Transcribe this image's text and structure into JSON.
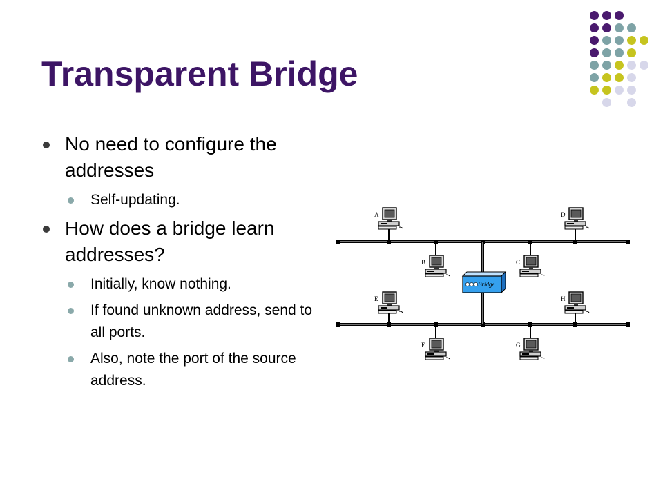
{
  "slide": {
    "title": "Transparent Bridge"
  },
  "bullets": [
    {
      "text": "No need to configure the addresses",
      "level": 1
    },
    {
      "text": "Self-updating.",
      "level": 2
    },
    {
      "text": "How does a bridge learn addresses?",
      "level": 1
    },
    {
      "text": "Initially, know nothing.",
      "level": 2
    },
    {
      "text": "If found unknown address, send to all ports.",
      "level": 2
    },
    {
      "text": "Also, note the port of the source address.",
      "level": 2
    }
  ],
  "decoration": {
    "colors": {
      "purple": "#4a1a6e",
      "teal": "#7ea3a6",
      "olive": "#c6c41f",
      "lavender": "#d7d7ea",
      "line": "#555555"
    }
  },
  "diagram": {
    "bridge_label": "Bridge",
    "top_lan_stations": [
      "A",
      "B",
      "C",
      "D"
    ],
    "bottom_lan_stations": [
      "E",
      "F",
      "G",
      "H"
    ]
  }
}
